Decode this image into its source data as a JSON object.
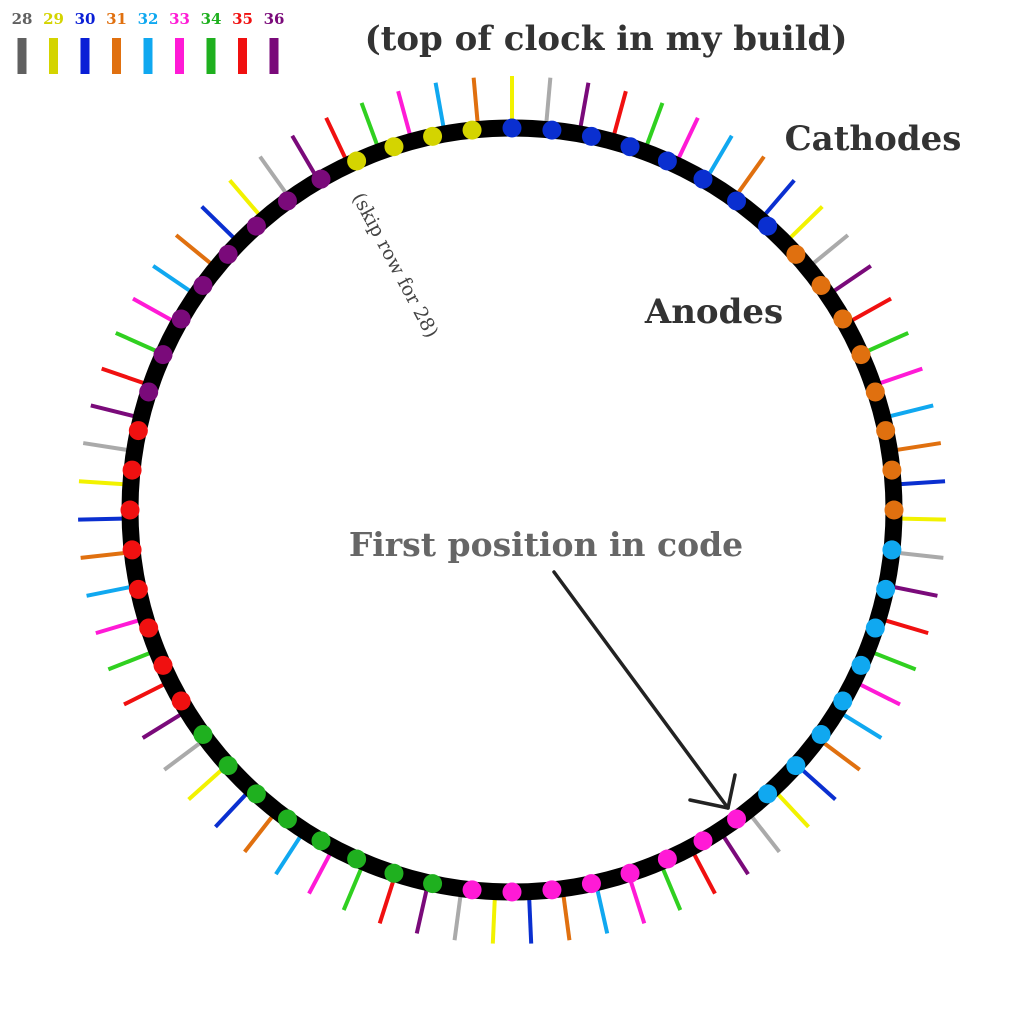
{
  "title": "(top of clock in my build)",
  "labels": {
    "cathodes": "Cathodes",
    "anodes": "Anodes",
    "skip_note": "(skip row for 28)",
    "first_position": "First position in code"
  },
  "legend": [
    {
      "number": "28",
      "color": "#606060"
    },
    {
      "number": "29",
      "color": "#d4d400"
    },
    {
      "number": "30",
      "color": "#0a1fd6"
    },
    {
      "number": "31",
      "color": "#e0700f"
    },
    {
      "number": "32",
      "color": "#10a8f0"
    },
    {
      "number": "33",
      "color": "#ff1ad6"
    },
    {
      "number": "34",
      "color": "#1fb01f"
    },
    {
      "number": "35",
      "color": "#f01010"
    },
    {
      "number": "36",
      "color": "#7a0a7a"
    }
  ],
  "colors": {
    "ring": "#000000",
    "arrow": "#222222",
    "c28": "#aaaaaa",
    "c29": "#f2f200",
    "c30": "#0a2fd0",
    "c31": "#e0700f",
    "c32": "#10a8f0",
    "c33": "#ff1ad6",
    "c34": "#30d020",
    "c35": "#f01010",
    "c36": "#7a0a7a"
  },
  "anodes": [
    {
      "group": "30",
      "color": "#0a2fd0"
    },
    {
      "group": "30",
      "color": "#0a2fd0"
    },
    {
      "group": "30",
      "color": "#0a2fd0"
    },
    {
      "group": "30",
      "color": "#0a2fd0"
    },
    {
      "group": "30",
      "color": "#0a2fd0"
    },
    {
      "group": "30",
      "color": "#0a2fd0"
    },
    {
      "group": "30",
      "color": "#0a2fd0"
    },
    {
      "group": "30",
      "color": "#0a2fd0"
    },
    {
      "group": "31",
      "color": "#e0700f"
    },
    {
      "group": "31",
      "color": "#e0700f"
    },
    {
      "group": "31",
      "color": "#e0700f"
    },
    {
      "group": "31",
      "color": "#e0700f"
    },
    {
      "group": "31",
      "color": "#e0700f"
    },
    {
      "group": "31",
      "color": "#e0700f"
    },
    {
      "group": "31",
      "color": "#e0700f"
    },
    {
      "group": "31",
      "color": "#e0700f"
    },
    {
      "group": "32",
      "color": "#10a8f0"
    },
    {
      "group": "32",
      "color": "#10a8f0"
    },
    {
      "group": "32",
      "color": "#10a8f0"
    },
    {
      "group": "32",
      "color": "#10a8f0"
    },
    {
      "group": "32",
      "color": "#10a8f0"
    },
    {
      "group": "32",
      "color": "#10a8f0"
    },
    {
      "group": "32",
      "color": "#10a8f0"
    },
    {
      "group": "32",
      "color": "#10a8f0"
    },
    {
      "group": "33",
      "color": "#ff1ad6"
    },
    {
      "group": "33",
      "color": "#ff1ad6"
    },
    {
      "group": "33",
      "color": "#ff1ad6"
    },
    {
      "group": "33",
      "color": "#ff1ad6"
    },
    {
      "group": "33",
      "color": "#ff1ad6"
    },
    {
      "group": "33",
      "color": "#ff1ad6"
    },
    {
      "group": "33",
      "color": "#ff1ad6"
    },
    {
      "group": "33",
      "color": "#ff1ad6"
    },
    {
      "group": "34",
      "color": "#1fb01f"
    },
    {
      "group": "34",
      "color": "#1fb01f"
    },
    {
      "group": "34",
      "color": "#1fb01f"
    },
    {
      "group": "34",
      "color": "#1fb01f"
    },
    {
      "group": "34",
      "color": "#1fb01f"
    },
    {
      "group": "34",
      "color": "#1fb01f"
    },
    {
      "group": "34",
      "color": "#1fb01f"
    },
    {
      "group": "34",
      "color": "#1fb01f"
    },
    {
      "group": "35",
      "color": "#f01010"
    },
    {
      "group": "35",
      "color": "#f01010"
    },
    {
      "group": "35",
      "color": "#f01010"
    },
    {
      "group": "35",
      "color": "#f01010"
    },
    {
      "group": "35",
      "color": "#f01010"
    },
    {
      "group": "35",
      "color": "#f01010"
    },
    {
      "group": "35",
      "color": "#f01010"
    },
    {
      "group": "35",
      "color": "#f01010"
    },
    {
      "group": "36",
      "color": "#7a0a7a"
    },
    {
      "group": "36",
      "color": "#7a0a7a"
    },
    {
      "group": "36",
      "color": "#7a0a7a"
    },
    {
      "group": "36",
      "color": "#7a0a7a"
    },
    {
      "group": "36",
      "color": "#7a0a7a"
    },
    {
      "group": "36",
      "color": "#7a0a7a"
    },
    {
      "group": "36",
      "color": "#7a0a7a"
    },
    {
      "group": "36",
      "color": "#7a0a7a"
    },
    {
      "group": "29",
      "color": "#d4d400"
    },
    {
      "group": "29",
      "color": "#d4d400"
    },
    {
      "group": "29",
      "color": "#d4d400"
    },
    {
      "group": "29",
      "color": "#d4d400"
    }
  ],
  "cathodes": [
    {
      "group": "29",
      "color": "#f2f200"
    },
    {
      "group": "28",
      "color": "#aaaaaa"
    },
    {
      "group": "36",
      "color": "#7a0a7a"
    },
    {
      "group": "35",
      "color": "#f01010"
    },
    {
      "group": "34",
      "color": "#30d020"
    },
    {
      "group": "33",
      "color": "#ff1ad6"
    },
    {
      "group": "32",
      "color": "#10a8f0"
    },
    {
      "group": "31",
      "color": "#e0700f"
    },
    {
      "group": "30",
      "color": "#0a2fd0"
    },
    {
      "group": "29",
      "color": "#f2f200"
    },
    {
      "group": "28",
      "color": "#aaaaaa"
    },
    {
      "group": "36",
      "color": "#7a0a7a"
    },
    {
      "group": "35",
      "color": "#f01010"
    },
    {
      "group": "34",
      "color": "#30d020"
    },
    {
      "group": "33",
      "color": "#ff1ad6"
    },
    {
      "group": "32",
      "color": "#10a8f0"
    },
    {
      "group": "31",
      "color": "#e0700f"
    },
    {
      "group": "30",
      "color": "#0a2fd0"
    },
    {
      "group": "29",
      "color": "#f2f200"
    },
    {
      "group": "28",
      "color": "#aaaaaa"
    },
    {
      "group": "36",
      "color": "#7a0a7a"
    },
    {
      "group": "35",
      "color": "#f01010"
    },
    {
      "group": "34",
      "color": "#30d020"
    },
    {
      "group": "33",
      "color": "#ff1ad6"
    },
    {
      "group": "32",
      "color": "#10a8f0"
    },
    {
      "group": "31",
      "color": "#e0700f"
    },
    {
      "group": "30",
      "color": "#0a2fd0"
    },
    {
      "group": "29",
      "color": "#f2f200"
    },
    {
      "group": "28",
      "color": "#aaaaaa"
    },
    {
      "group": "36",
      "color": "#7a0a7a"
    },
    {
      "group": "35",
      "color": "#f01010"
    },
    {
      "group": "34",
      "color": "#30d020"
    },
    {
      "group": "33",
      "color": "#ff1ad6"
    },
    {
      "group": "32",
      "color": "#10a8f0"
    },
    {
      "group": "31",
      "color": "#e0700f"
    },
    {
      "group": "30",
      "color": "#0a2fd0"
    },
    {
      "group": "29",
      "color": "#f2f200"
    },
    {
      "group": "28",
      "color": "#aaaaaa"
    },
    {
      "group": "36",
      "color": "#7a0a7a"
    },
    {
      "group": "35",
      "color": "#f01010"
    },
    {
      "group": "34",
      "color": "#30d020"
    },
    {
      "group": "33",
      "color": "#ff1ad6"
    },
    {
      "group": "32",
      "color": "#10a8f0"
    },
    {
      "group": "31",
      "color": "#e0700f"
    },
    {
      "group": "30",
      "color": "#0a2fd0"
    },
    {
      "group": "29",
      "color": "#f2f200"
    },
    {
      "group": "28",
      "color": "#aaaaaa"
    },
    {
      "group": "36",
      "color": "#7a0a7a"
    },
    {
      "group": "35",
      "color": "#f01010"
    },
    {
      "group": "34",
      "color": "#30d020"
    },
    {
      "group": "33",
      "color": "#ff1ad6"
    },
    {
      "group": "32",
      "color": "#10a8f0"
    },
    {
      "group": "31",
      "color": "#e0700f"
    },
    {
      "group": "30",
      "color": "#0a2fd0"
    },
    {
      "group": "29",
      "color": "#f2f200"
    },
    {
      "group": "28",
      "color": "#aaaaaa"
    },
    {
      "group": "36",
      "color": "#7a0a7a"
    },
    {
      "group": "35",
      "color": "#f01010"
    },
    {
      "group": "34",
      "color": "#30d020"
    },
    {
      "group": "33",
      "color": "#ff1ad6"
    },
    {
      "group": "32",
      "color": "#10a8f0"
    },
    {
      "group": "31",
      "color": "#e0700f"
    },
    {
      "group": "30",
      "color": "#0a2fd0"
    },
    {
      "group": "29",
      "color": "#f2f200"
    },
    {
      "group": "28",
      "color": "#aaaaaa"
    },
    {
      "group": "36",
      "color": "#7a0a7a"
    },
    {
      "group": "35",
      "color": "#f01010"
    },
    {
      "group": "34",
      "color": "#30d020"
    },
    {
      "group": "33",
      "color": "#ff1ad6"
    },
    {
      "group": "32",
      "color": "#10a8f0"
    },
    {
      "group": "31",
      "color": "#e0700f"
    }
  ]
}
